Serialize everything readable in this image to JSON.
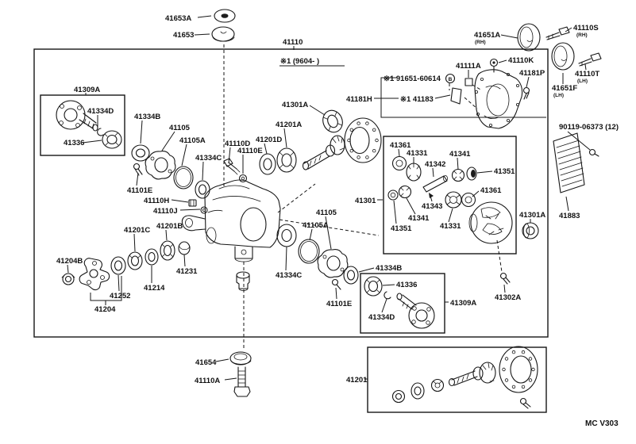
{
  "header": {
    "assembly_number": "41110",
    "production_note": "※1 (9604-      )",
    "footer_code": "MC  V303"
  },
  "orientation": {
    "rh": "(RH)",
    "lh": "(LH)"
  },
  "notes": {
    "bolt_spec": "※1 91651-60614",
    "bolt_spec_mark": "B",
    "shim_note": "※1 41183"
  },
  "parts": {
    "n41653A": "41653A",
    "n41653": "41653",
    "n41651A": "41651A",
    "n41110S": "41110S",
    "n41110K": "41110K",
    "n41111A": "41111A",
    "n41181P": "41181P",
    "n41110T": "41110T",
    "n41651F": "41651F",
    "n41181H": "41181H",
    "n90119": "90119-06373 (12)",
    "n41883": "41883",
    "n41301A": "41301A",
    "n41302A": "41302A",
    "n41309A": "41309A",
    "n41334D": "41334D",
    "n41336": "41336",
    "n41334B": "41334B",
    "n41105": "41105",
    "n41105A": "41105A",
    "n41110D": "41110D",
    "n41110E": "41110E",
    "n41201D": "41201D",
    "n41201A": "41201A",
    "n41334C": "41334C",
    "n41101E": "41101E",
    "n41110H": "41110H",
    "n41110J": "41110J",
    "n41201C": "41201C",
    "n41201B": "41201B",
    "n41204B": "41204B",
    "n41231": "41231",
    "n41214": "41214",
    "n41252": "41252",
    "n41204": "41204",
    "n41301": "41301",
    "n41361": "41361",
    "n41331": "41331",
    "n41342": "41342",
    "n41341": "41341",
    "n41351": "41351",
    "n41343": "41343",
    "n41654": "41654",
    "n41110A": "41110A",
    "n41201": "41201"
  }
}
